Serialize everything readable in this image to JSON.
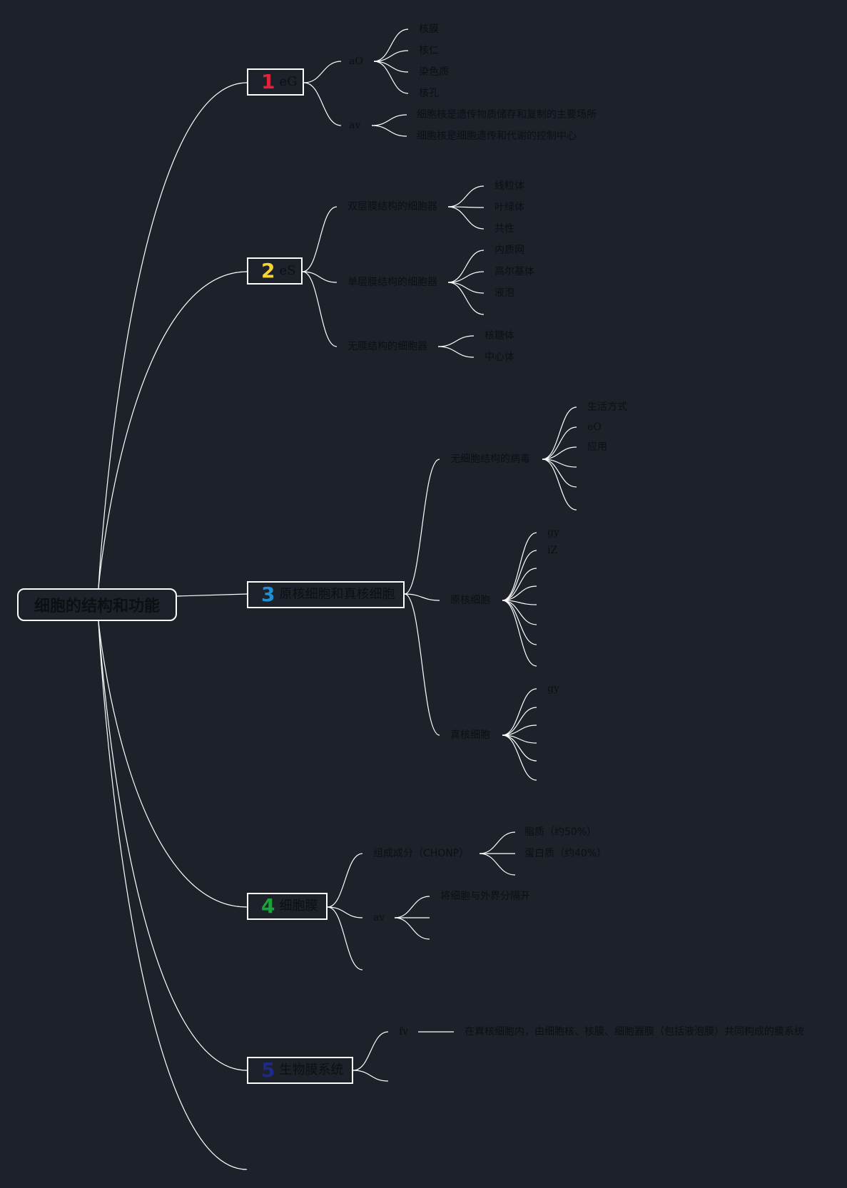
{
  "colors": {
    "background": "#1c212a",
    "line": "#ffffff",
    "text": "#0d0f13",
    "num1": "#e0223a",
    "num2": "#f6d23a",
    "num3": "#1f8fd6",
    "num4": "#1aa33a",
    "num5": "#1c2a8a"
  },
  "root": {
    "label": "细胞的结构和功能"
  },
  "b1": {
    "num": "1",
    "label": "eG",
    "g1": {
      "label": "aO",
      "items": [
        "核膜",
        "核仁",
        "染色质",
        "核孔"
      ]
    },
    "g2": {
      "label": "av",
      "items": [
        "细胞核是遗传物质储存和复制的主要场所",
        "细胞核是细胞遗传和代谢的控制中心"
      ]
    }
  },
  "b2": {
    "num": "2",
    "label": "eS",
    "g1": {
      "label": "双层膜结构的细胞器",
      "items": [
        "线粒体",
        "叶绿体",
        "共性"
      ]
    },
    "g2": {
      "label": "单层膜结构的细胞器",
      "items": [
        "内质网",
        "高尔基体",
        "液泡"
      ]
    },
    "g3": {
      "label": "无膜结构的细胞器",
      "items": [
        "核糖体",
        "中心体"
      ]
    }
  },
  "b3": {
    "num": "3",
    "label": "原核细胞和真核细胞",
    "g1": {
      "label": "无细胞结构的病毒",
      "items": [
        "生活方式",
        "eO",
        "应用"
      ]
    },
    "g2": {
      "label": "原核细胞",
      "items": [
        "gy",
        "iZ"
      ]
    },
    "g3": {
      "label": "真核细胞",
      "items": [
        "gy"
      ]
    }
  },
  "b4": {
    "num": "4",
    "label": "细胞膜",
    "g1": {
      "label": "组成成分（CHONP）",
      "items": [
        "脂质（约50%）",
        "蛋白质（约40%）"
      ]
    },
    "g2": {
      "label": "av",
      "items": [
        "将细胞与外界分隔开"
      ]
    }
  },
  "b5": {
    "num": "5",
    "label": "生物膜系统",
    "g1": {
      "label": "fv",
      "desc": "在真核细胞内，由细胞核、核膜、细胞器膜（包括液泡膜）共同构成的膜系统"
    }
  }
}
